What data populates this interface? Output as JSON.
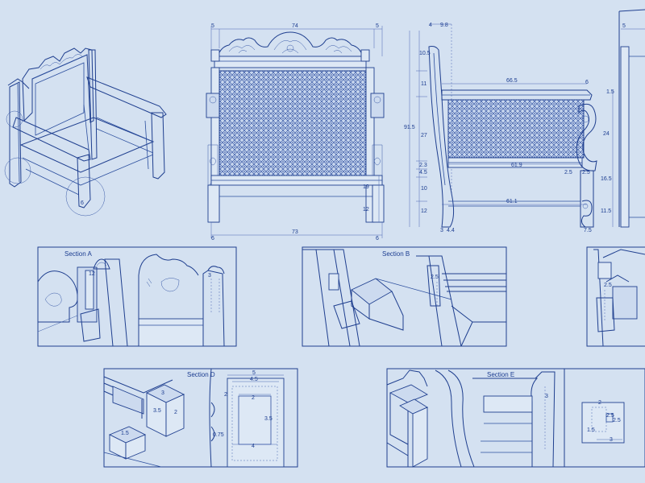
{
  "sections": {
    "a": "Section A",
    "b": "Section B",
    "d": "Section D",
    "e": "Section E"
  },
  "front": {
    "top": "74",
    "bottom": "73",
    "left_top": "5",
    "right_top": "5",
    "left_bottom": "6",
    "right_bottom": "6",
    "right_19": "19",
    "right_12": "12"
  },
  "side": {
    "top_9_8": "9.8",
    "top_4": "4",
    "left_10_5": "10.5",
    "left_11": "11",
    "left_27": "27",
    "left_2_3": "2.3",
    "left_4_5": "4.5",
    "left_10": "10",
    "left_12": "12",
    "total_91_5": "91.5",
    "arm_66_5": "66.5",
    "right_6": "6",
    "right_1_5": "1.5",
    "right_24": "24",
    "right_16_5": "16.5",
    "right_11_5": "11.5",
    "rail_61_9": "61.9",
    "rail_2_5a": "2.5",
    "rail_2_5b": "2.5",
    "base_61_1": "61.1",
    "foot_3": "3",
    "foot_4_4": "4.4",
    "foot_7_5": "7.5",
    "edge_5": "5"
  },
  "iso": {
    "label_6": "6"
  },
  "section_a": {
    "d12": "12",
    "d3": "3"
  },
  "section_b": {
    "d2_5": "2.5"
  },
  "section_c": {
    "d2_5": "2.5"
  },
  "section_d": {
    "d5": "5",
    "d4_5": "4.5",
    "d3_5a": "3.5",
    "d3_5b": "3.5",
    "d2a": "2",
    "d2b": "2",
    "d2c": "2",
    "d4": "4",
    "d1_5": "1.5",
    "d3": "3",
    "d0_75": "0.75"
  },
  "section_e": {
    "d3": "3",
    "d2": "2",
    "d2_5a": "2.5",
    "d2_5b": "2.5",
    "d1_5": "1.5",
    "d3b": "3"
  },
  "colors": {
    "paper": "#d4e1f1",
    "line": "#1f3f8f",
    "label": "#1b3c90"
  }
}
